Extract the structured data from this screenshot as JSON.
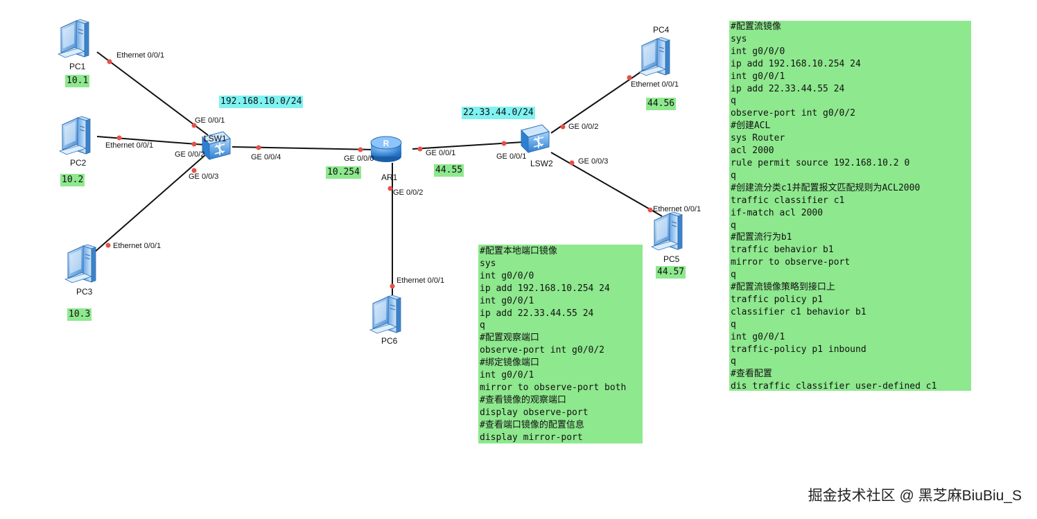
{
  "devices": {
    "pc1": {
      "name": "PC1",
      "ip": "10.1"
    },
    "pc2": {
      "name": "PC2",
      "ip": "10.2"
    },
    "pc3": {
      "name": "PC3",
      "ip": "10.3"
    },
    "pc4": {
      "name": "PC4",
      "ip": "44.56"
    },
    "pc5": {
      "name": "PC5",
      "ip": "44.57"
    },
    "pc6": {
      "name": "PC6"
    },
    "lsw1": {
      "name": "LSW1"
    },
    "lsw2": {
      "name": "LSW2"
    },
    "ar1": {
      "name": "AR1",
      "ip_g0": "10.254",
      "ip_g1": "44.55"
    }
  },
  "networks": {
    "left": "192.168.10.0/24",
    "right": "22.33.44.0/24"
  },
  "ports": {
    "pc1_eth": "Ethernet 0/0/1",
    "pc2_eth": "Ethernet 0/0/1",
    "pc3_eth": "Ethernet 0/0/1",
    "pc4_eth": "Ethernet 0/0/1",
    "pc5_eth": "Ethernet 0/0/1",
    "pc6_eth": "Ethernet 0/0/1",
    "lsw1_g1": "GE 0/0/1",
    "lsw1_g2": "GE 0/0/2",
    "lsw1_g3": "GE 0/0/3",
    "lsw1_g4": "GE 0/0/4",
    "ar1_g0": "GE 0/0/0",
    "ar1_g1": "GE 0/0/1",
    "ar1_g2": "GE 0/0/2",
    "lsw2_g1": "GE 0/0/1",
    "lsw2_g2": "GE 0/0/2",
    "lsw2_g3": "GE 0/0/3"
  },
  "notes_local": [
    "#配置本地端口镜像",
    "sys",
    "int g0/0/0",
    "ip add 192.168.10.254 24",
    "int g0/0/1",
    "ip add 22.33.44.55 24",
    "q",
    "#配置观察端口",
    "observe-port int g0/0/2",
    "#绑定镜像端口",
    "int g0/0/1",
    "mirror to observe-port both",
    "#查看镜像的观察端口",
    "display observe-port",
    "#查看端口镜像的配置信息",
    "display mirror-port"
  ],
  "notes_flow": [
    "#配置流镜像",
    "sys",
    "int g0/0/0",
    "ip add 192.168.10.254 24",
    "int g0/0/1",
    "ip add 22.33.44.55 24",
    "q",
    "observe-port int g0/0/2",
    "#创建ACL",
    "sys Router",
    "acl 2000",
    "rule permit source 192.168.10.2 0",
    "q",
    "#创建流分类c1并配置报文匹配规则为ACL2000",
    "traffic classifier c1",
    "if-match acl 2000",
    "q",
    "#配置流行为b1",
    "traffic behavior b1",
    "mirror to observe-port",
    "q",
    "#配置流镜像策略到接口上",
    "traffic policy p1",
    "classifier c1 behavior b1",
    "q",
    "int g0/0/1",
    "traffic-policy p1 inbound",
    "q",
    "#查看配置",
    "dis traffic classifier user-defined c1"
  ],
  "watermark": "掘金技术社区 @ 黑芝麻BiuBiu_S",
  "colors": {
    "link": "#111111",
    "port_dot": "#e8504a",
    "note_bg": "#8ee88e",
    "net_bg": "#7ff2f2"
  }
}
